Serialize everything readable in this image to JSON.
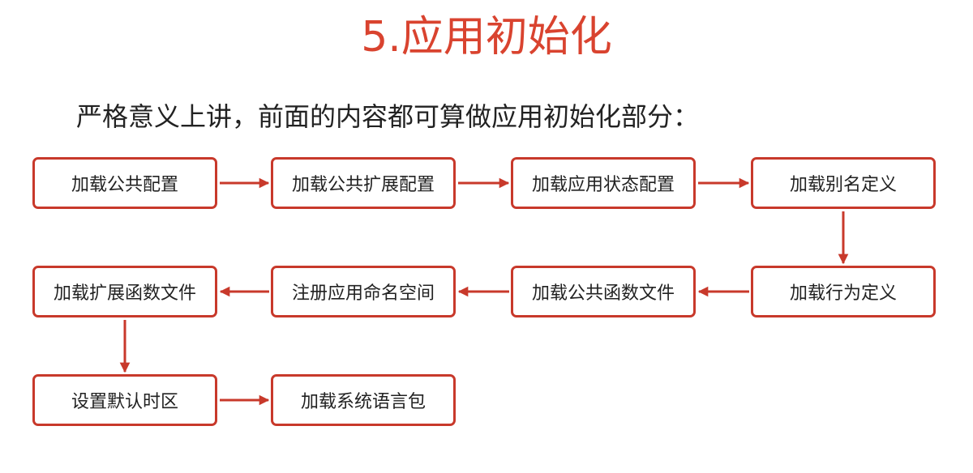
{
  "title": "5.应用初始化",
  "subtitle": "严格意义上讲，前面的内容都可算做应用初始化部分：",
  "accent_color": "#c8392b",
  "title_color": "#d9432f",
  "steps": [
    "加载公共配置",
    "加载公共扩展配置",
    "加载应用状态配置",
    "加载别名定义",
    "加载行为定义",
    "加载公共函数文件",
    "注册应用命名空间",
    "加载扩展函数文件",
    "设置默认时区",
    "加载系统语言包"
  ]
}
